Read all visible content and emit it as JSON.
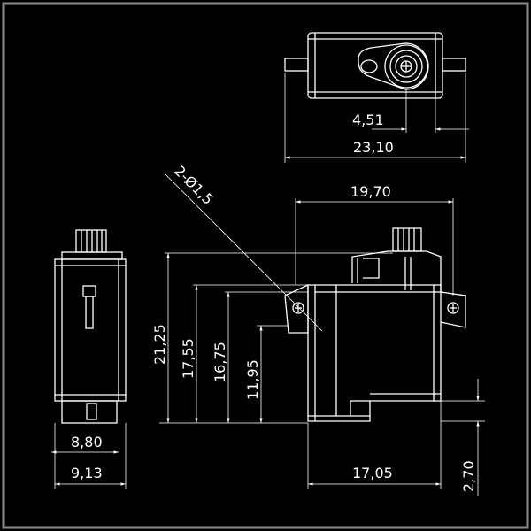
{
  "colors": {
    "background": "#000000",
    "line": "#ffffff",
    "frame": "#8a8a8a"
  },
  "dimensions": {
    "horn_offset": "4,51",
    "overall_length": "23,10",
    "body_length": "19,70",
    "mount_hole": "2-Ø1,5",
    "total_height": "21,25",
    "height_to_flange": "17,55",
    "flange_height": "16,75",
    "lower_height": "11,95",
    "side_width_inner": "8,80",
    "side_width_outer": "9,13",
    "base_length": "17,05",
    "flange_offset": "2,70"
  }
}
